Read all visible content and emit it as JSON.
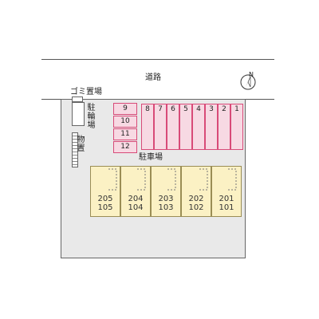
{
  "road": {
    "label": "道路"
  },
  "garbage": {
    "label": "ゴミ置場"
  },
  "bicycle": {
    "label": "駐輪場"
  },
  "storage": {
    "label": "物置"
  },
  "parking": {
    "label": "駐車場",
    "left_slots": [
      "9",
      "10",
      "11",
      "12"
    ],
    "right_slots": [
      "8",
      "7",
      "6",
      "5",
      "4",
      "3",
      "2",
      "1"
    ]
  },
  "units": [
    {
      "upper": "205",
      "lower": "105"
    },
    {
      "upper": "204",
      "lower": "104"
    },
    {
      "upper": "203",
      "lower": "103"
    },
    {
      "upper": "202",
      "lower": "102"
    },
    {
      "upper": "201",
      "lower": "101"
    }
  ],
  "compass": {
    "label": "N"
  }
}
